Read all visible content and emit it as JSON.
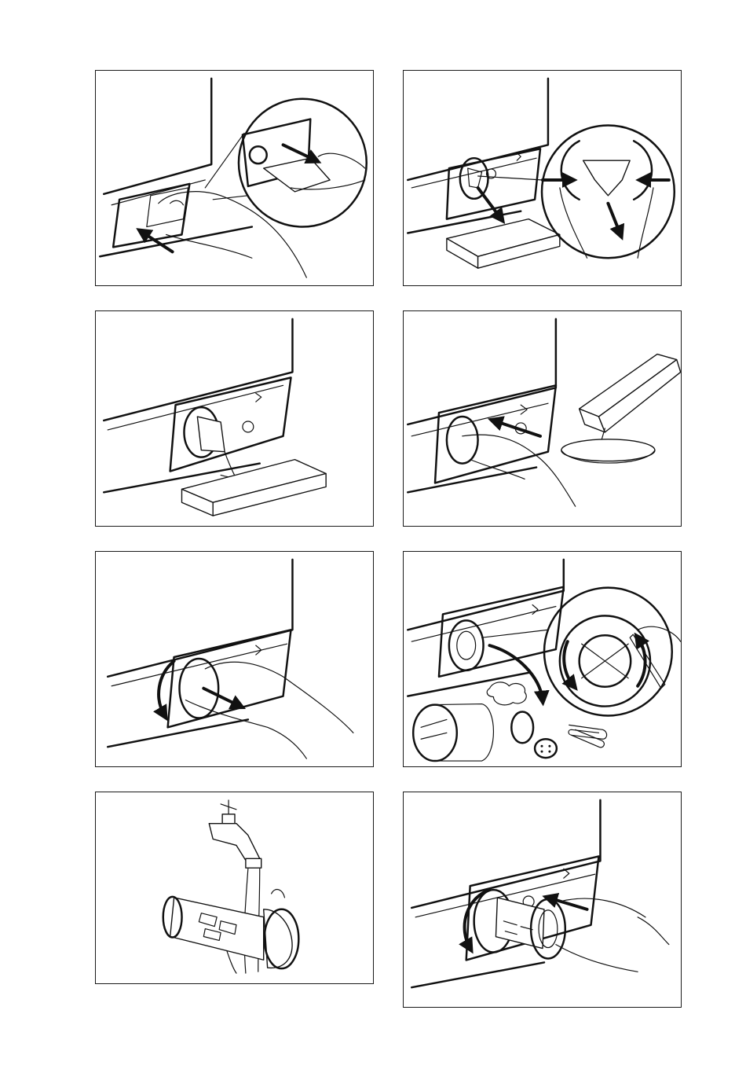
{
  "page": {
    "illustrations": [
      {
        "id": "step-1",
        "icons": [
          "service-flap-icon",
          "hand-icon",
          "arrow-icon"
        ]
      },
      {
        "id": "step-2",
        "icons": [
          "drain-hose-icon",
          "tray-icon",
          "hand-icon",
          "arrow-icon"
        ]
      },
      {
        "id": "step-3",
        "icons": [
          "drain-hose-icon",
          "water-icon",
          "tray-icon"
        ]
      },
      {
        "id": "step-4",
        "icons": [
          "hand-icon",
          "tray-icon",
          "bowl-icon",
          "water-icon"
        ]
      },
      {
        "id": "step-5",
        "icons": [
          "pump-cover-icon",
          "hand-icon",
          "rotate-arrow-icon"
        ]
      },
      {
        "id": "step-6",
        "icons": [
          "filter-icon",
          "button-icon",
          "coin-icon",
          "paper-clip-icon",
          "lint-icon"
        ]
      },
      {
        "id": "step-7",
        "icons": [
          "tap-icon",
          "water-icon",
          "filter-icon"
        ]
      },
      {
        "id": "step-8",
        "icons": [
          "filter-icon",
          "hand-icon",
          "rotate-arrow-icon"
        ]
      }
    ]
  }
}
